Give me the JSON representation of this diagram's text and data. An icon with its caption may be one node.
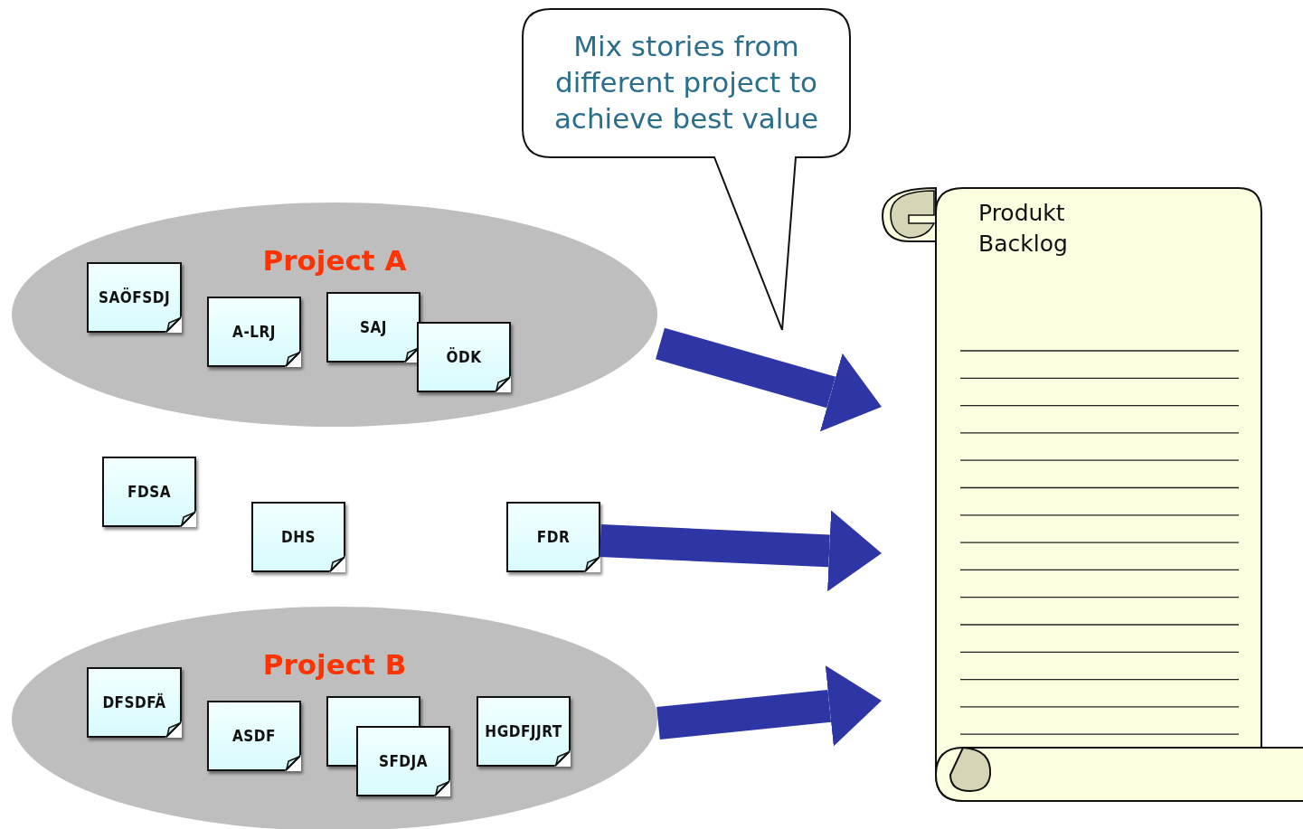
{
  "diagram": {
    "nodes": [
      {
        "text": [
          "Mix stories from different project to achieve best value"
        ]
      },
      {
        "text": [
          "Project A"
        ]
      },
      {
        "text": [
          "SAÖFSDJ"
        ],
        "in": 1
      },
      {
        "text": [
          "A-LRJ"
        ],
        "in": 1
      },
      {
        "text": [
          "SAJ"
        ],
        "in": 1
      },
      {
        "text": [
          "ÖDK"
        ],
        "in": 1
      },
      {
        "text": [
          "FDSA"
        ]
      },
      {
        "text": [
          "DHS"
        ]
      },
      {
        "text": [
          "FDR"
        ]
      },
      {
        "text": [
          "Project B"
        ]
      },
      {
        "text": [
          "DFSDFÄ"
        ],
        "in": 9
      },
      {
        "text": [
          "ASDF"
        ],
        "in": 9
      },
      {
        "text": [],
        "shape": "box",
        "in": 9
      },
      {
        "text": [
          "SFDJA"
        ],
        "in": 9
      },
      {
        "text": [
          "HGDFJJRT"
        ],
        "in": 9
      },
      {
        "text": [
          "Produkt Backlog"
        ]
      }
    ],
    "edges": [
      {
        "from": 1,
        "to": 15,
        "arrow": "to"
      },
      {
        "from": 8,
        "to": 15,
        "arrow": "to"
      },
      {
        "from": 9,
        "to": 15,
        "arrow": "to"
      }
    ]
  }
}
